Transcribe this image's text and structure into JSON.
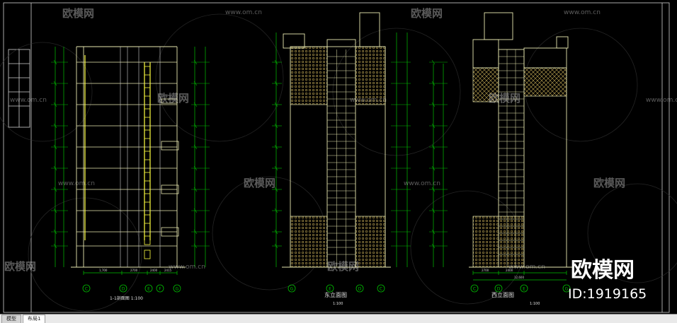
{
  "watermark": {
    "brand": "欧模网",
    "site": "www.om.cn",
    "logo_text": "欧模网",
    "id_label": "ID:1919165",
    "color": "#ffffff"
  },
  "drawings": {
    "section": {
      "caption": "1-1剖面图 1:100",
      "axis_labels": [
        "C",
        "D",
        "E",
        "F",
        "G"
      ],
      "dims": [
        "1,700",
        "2700",
        "2400",
        "2415"
      ]
    },
    "east_elevation": {
      "caption": "东立面图",
      "scale": "1:100",
      "axis_labels": [
        "G",
        "E",
        "D",
        "C"
      ]
    },
    "west_elevation": {
      "caption": "西立面图",
      "scale": "1:100",
      "axis_labels": [
        "C",
        "D",
        "E",
        "G"
      ],
      "dims": [
        "2700",
        "2400",
        "12,600"
      ]
    }
  },
  "colors": {
    "background": "#000000",
    "dimension_lines": "#00c000",
    "building_lines": "#e8e8b0",
    "hatch": "#c8b060",
    "axis_circle": "#00c000",
    "highlight": "#ffff40"
  },
  "tabs": [
    {
      "label": "模型",
      "active": false
    },
    {
      "label": "布局1",
      "active": true
    }
  ]
}
